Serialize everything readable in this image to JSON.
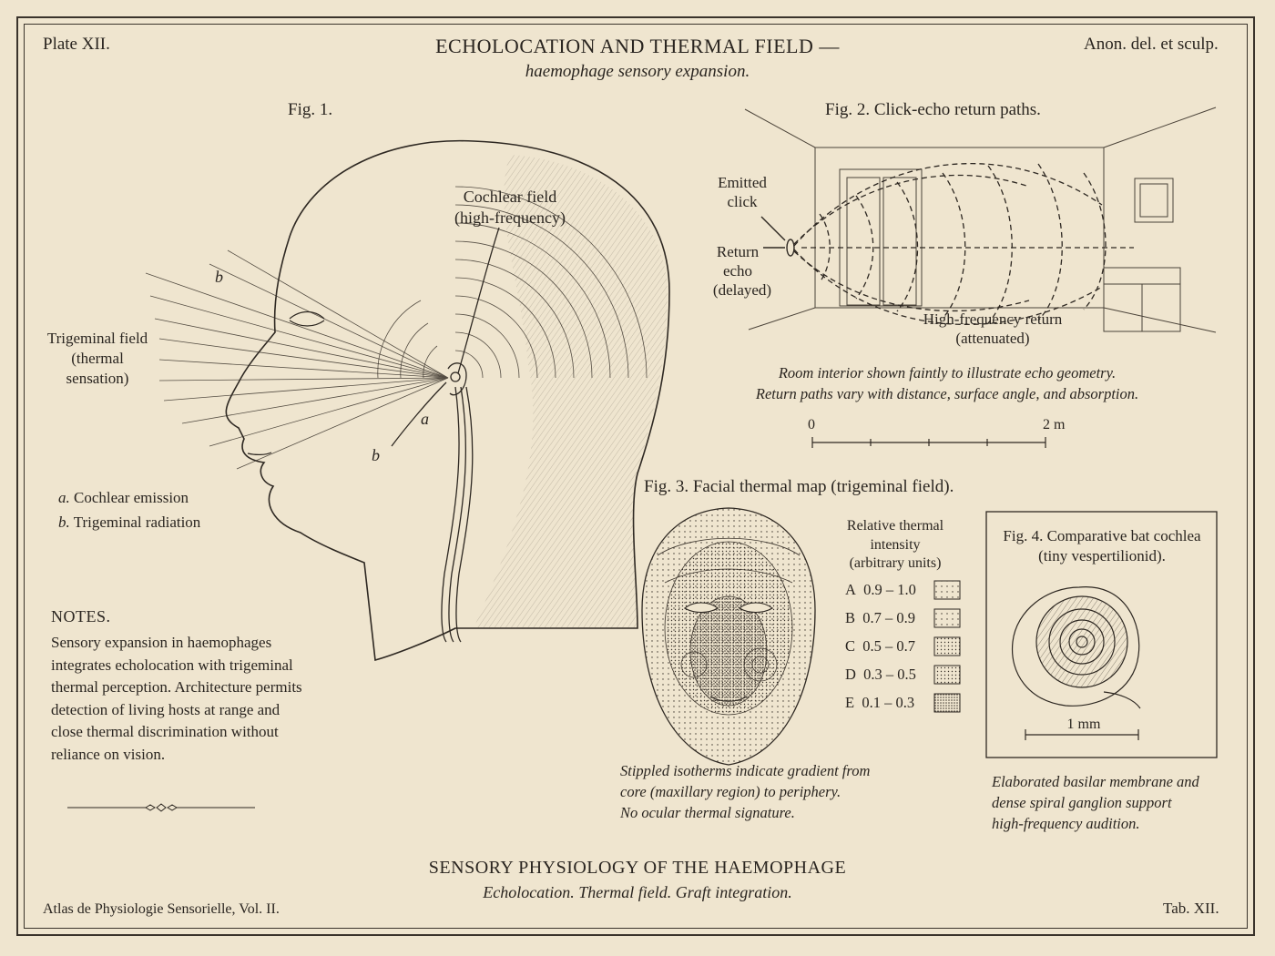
{
  "header": {
    "plate": "Plate XII.",
    "title": "ECHOLOCATION AND THERMAL FIELD —",
    "subtitle": "haemophage sensory expansion.",
    "credit": "Anon. del. et sculp."
  },
  "fig1": {
    "label": "Fig. 1.",
    "cochlear_line1": "Cochlear field",
    "cochlear_line2": "(high-frequency)",
    "trig_line1": "Trigeminal field",
    "trig_line2": "(thermal",
    "trig_line3": "sensation)",
    "marker_b": "b",
    "marker_a": "a",
    "legend_a_key": "a.",
    "legend_a_text": "Cochlear emission",
    "legend_b_key": "b.",
    "legend_b_text": "Trigeminal radiation"
  },
  "notes": {
    "heading": "NOTES.",
    "body": "Sensory expansion in haemophages integrates echolocation with trigeminal thermal perception. Architecture permits detection of living hosts at range and close thermal discrimination without reliance on vision."
  },
  "fig2": {
    "label": "Fig. 2. Click-echo return paths.",
    "emitted_line1": "Emitted",
    "emitted_line2": "click",
    "return_line1": "Return",
    "return_line2": "echo",
    "return_line3": "(delayed)",
    "hf_line1": "High-frequency return",
    "hf_line2": "(attenuated)",
    "caption_line1": "Room interior shown faintly to illustrate echo geometry.",
    "caption_line2": "Return paths vary with distance, surface angle, and absorption.",
    "scale_start": "0",
    "scale_end": "2 m"
  },
  "fig3": {
    "label": "Fig. 3. Facial thermal map (trigeminal field).",
    "legend_title_line1": "Relative thermal",
    "legend_title_line2": "intensity",
    "legend_title_line3": "(arbitrary units)",
    "legend": [
      {
        "key": "A",
        "range": "0.9 – 1.0"
      },
      {
        "key": "B",
        "range": "0.7 – 0.9"
      },
      {
        "key": "C",
        "range": "0.5 – 0.7"
      },
      {
        "key": "D",
        "range": "0.3 – 0.5"
      },
      {
        "key": "E",
        "range": "0.1 – 0.3"
      }
    ],
    "caption_line1": "Stippled isotherms indicate gradient from",
    "caption_line2": "core (maxillary region) to periphery.",
    "caption_line3": "No ocular thermal signature."
  },
  "fig4": {
    "label_line1": "Fig. 4. Comparative bat cochlea",
    "label_line2": "(tiny vespertilionid).",
    "scale": "1 mm",
    "caption_line1": "Elaborated basilar membrane and",
    "caption_line2": "dense spiral ganglion support",
    "caption_line3": "high-frequency audition."
  },
  "footer": {
    "title": "SENSORY PHYSIOLOGY OF THE HAEMOPHAGE",
    "subtitle": "Echolocation. Thermal field. Graft integration.",
    "atlas": "Atlas de Physiologie Sensorielle, Vol. II.",
    "tab": "Tab. XII."
  },
  "colors": {
    "paper": "#efe5cf",
    "ink": "#2a2520"
  }
}
